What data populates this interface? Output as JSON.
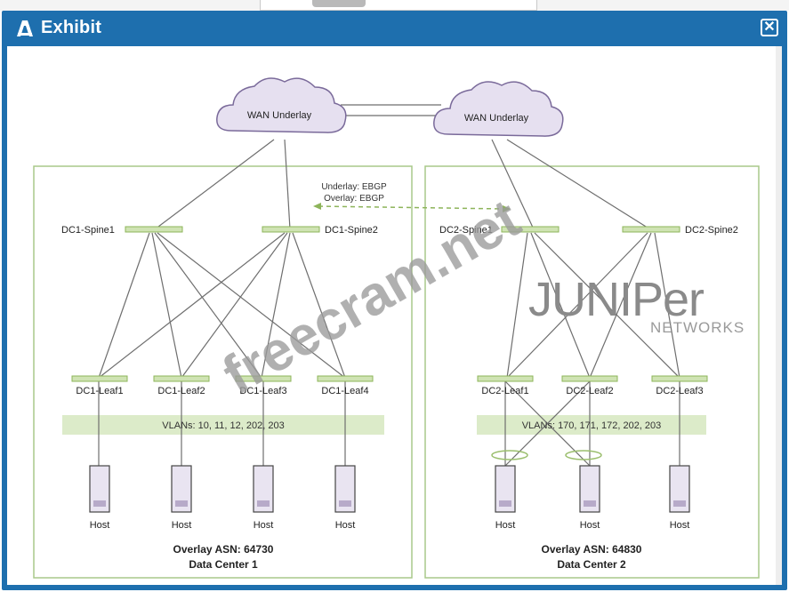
{
  "window": {
    "title": "Exhibit",
    "close_label": "✕"
  },
  "diagram": {
    "clouds": [
      {
        "label": "WAN Underlay"
      },
      {
        "label": "WAN Underlay"
      }
    ],
    "dc_link": {
      "line1": "Underlay: EBGP",
      "line2": "Overlay: EBGP"
    },
    "dc1": {
      "spines": [
        "DC1-Spine1",
        "DC1-Spine2"
      ],
      "leaves": [
        "DC1-Leaf1",
        "DC1-Leaf2",
        "DC1-Leaf3",
        "DC1-Leaf4"
      ],
      "vlans": "VLANs: 10, 11, 12, 202, 203",
      "hosts": [
        "Host",
        "Host",
        "Host",
        "Host"
      ],
      "asn": "Overlay ASN: 64730",
      "name": "Data Center 1"
    },
    "dc2": {
      "spines": [
        "DC2-Spine1",
        "DC2-Spine2"
      ],
      "leaves": [
        "DC2-Leaf1",
        "DC2-Leaf2",
        "DC2-Leaf3"
      ],
      "vlans": "VLANs: 170, 171, 172, 202, 203",
      "hosts": [
        "Host",
        "Host",
        "Host"
      ],
      "asn": "Overlay ASN: 64830",
      "name": "Data Center 2"
    },
    "watermark": "freecram.net",
    "logo": {
      "word": "JUNIPer",
      "sub": "NETWORKS"
    }
  },
  "colors": {
    "window_blue": "#1e6fae",
    "cloud_fill": "#e6e0f0",
    "cloud_stroke": "#7a6a9a",
    "dc_border": "#a9c98a",
    "vlan_band": "#dcebc9",
    "device_green": "#cfe3b3",
    "host_fill": "#e9e4f1",
    "link_gray": "#6e6e6e",
    "watermark": "#9a9a9a"
  }
}
